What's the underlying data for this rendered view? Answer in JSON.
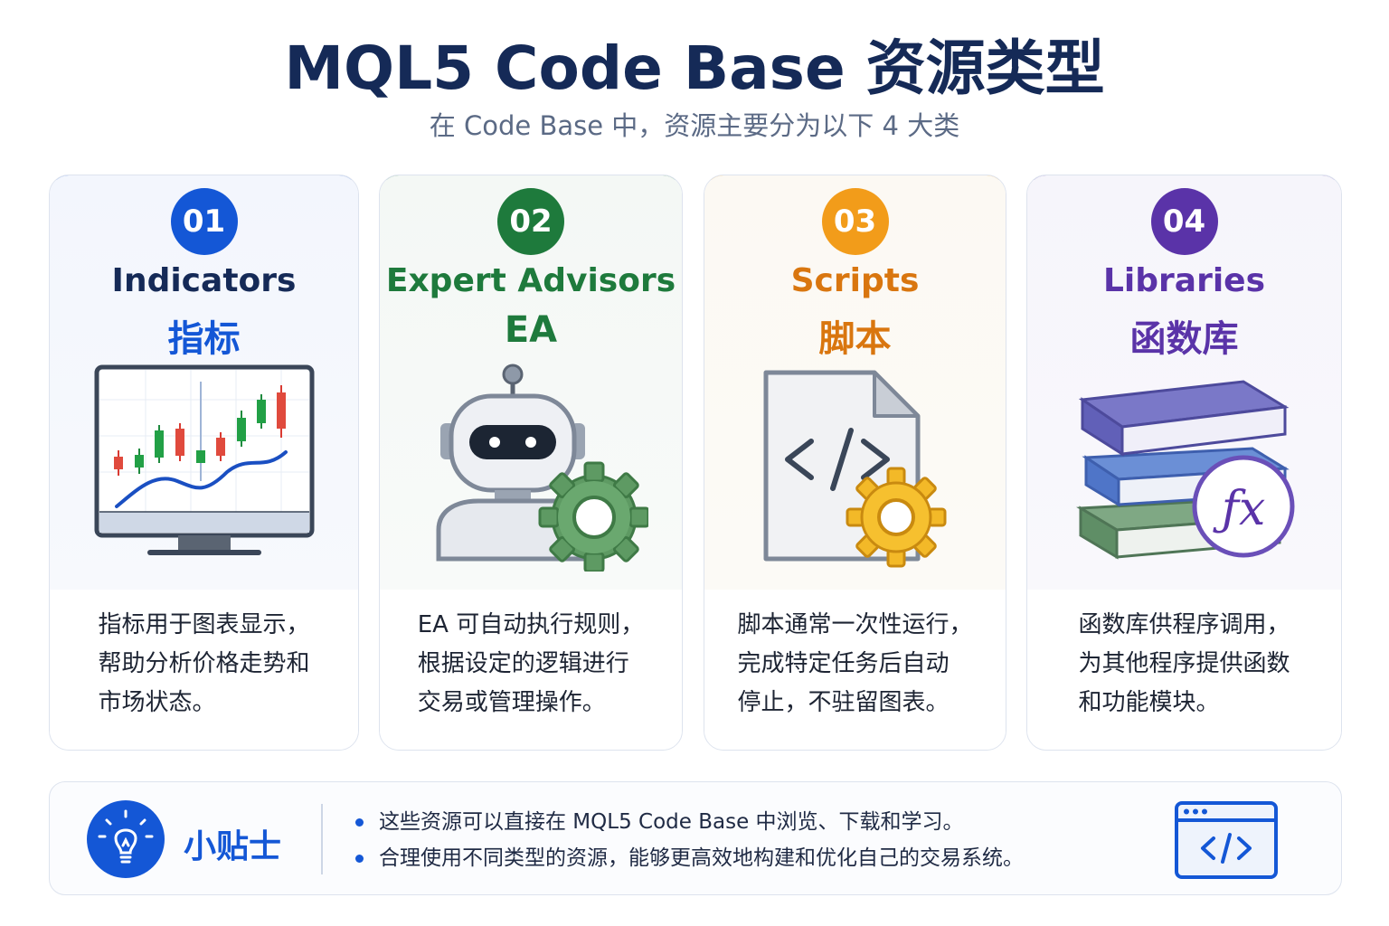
{
  "header": {
    "title": "MQL5 Code Base 资源类型",
    "subtitle": "在 Code Base 中，资源主要分为以下 4 大类"
  },
  "cards": [
    {
      "number": "01",
      "name_en": "Indicators",
      "name_cn": "指标",
      "color": "#1457d6",
      "icon": "chart-monitor-icon",
      "desc": [
        "指标用于图表显示，",
        "帮助分析价格走势和",
        "市场状态。"
      ]
    },
    {
      "number": "02",
      "name_en": "Expert Advisors",
      "name_cn": "EA",
      "color": "#1e7a3c",
      "icon": "robot-gear-icon",
      "desc": [
        "EA 可自动执行规则，",
        "根据设定的逻辑进行",
        "交易或管理操作。"
      ]
    },
    {
      "number": "03",
      "name_en": "Scripts",
      "name_cn": "脚本",
      "color": "#d9760f",
      "icon": "script-file-gear-icon",
      "desc": [
        "脚本通常一次性运行，",
        "完成特定任务后自动",
        "停止，不驻留图表。"
      ]
    },
    {
      "number": "04",
      "name_en": "Libraries",
      "name_cn": "函数库",
      "color": "#5a33a8",
      "icon": "books-function-icon",
      "desc": [
        "函数库供程序调用，",
        "为其他程序提供函数",
        "和功能模块。"
      ]
    }
  ],
  "tips": {
    "label": "小贴士",
    "icon": "lightbulb-icon",
    "items": [
      "这些资源可以直接在 MQL5 Code Base 中浏览、下载和学习。",
      "合理使用不同类型的资源，能够更高效地构建和优化自己的交易系统。"
    ],
    "side_icon": "code-window-icon"
  }
}
